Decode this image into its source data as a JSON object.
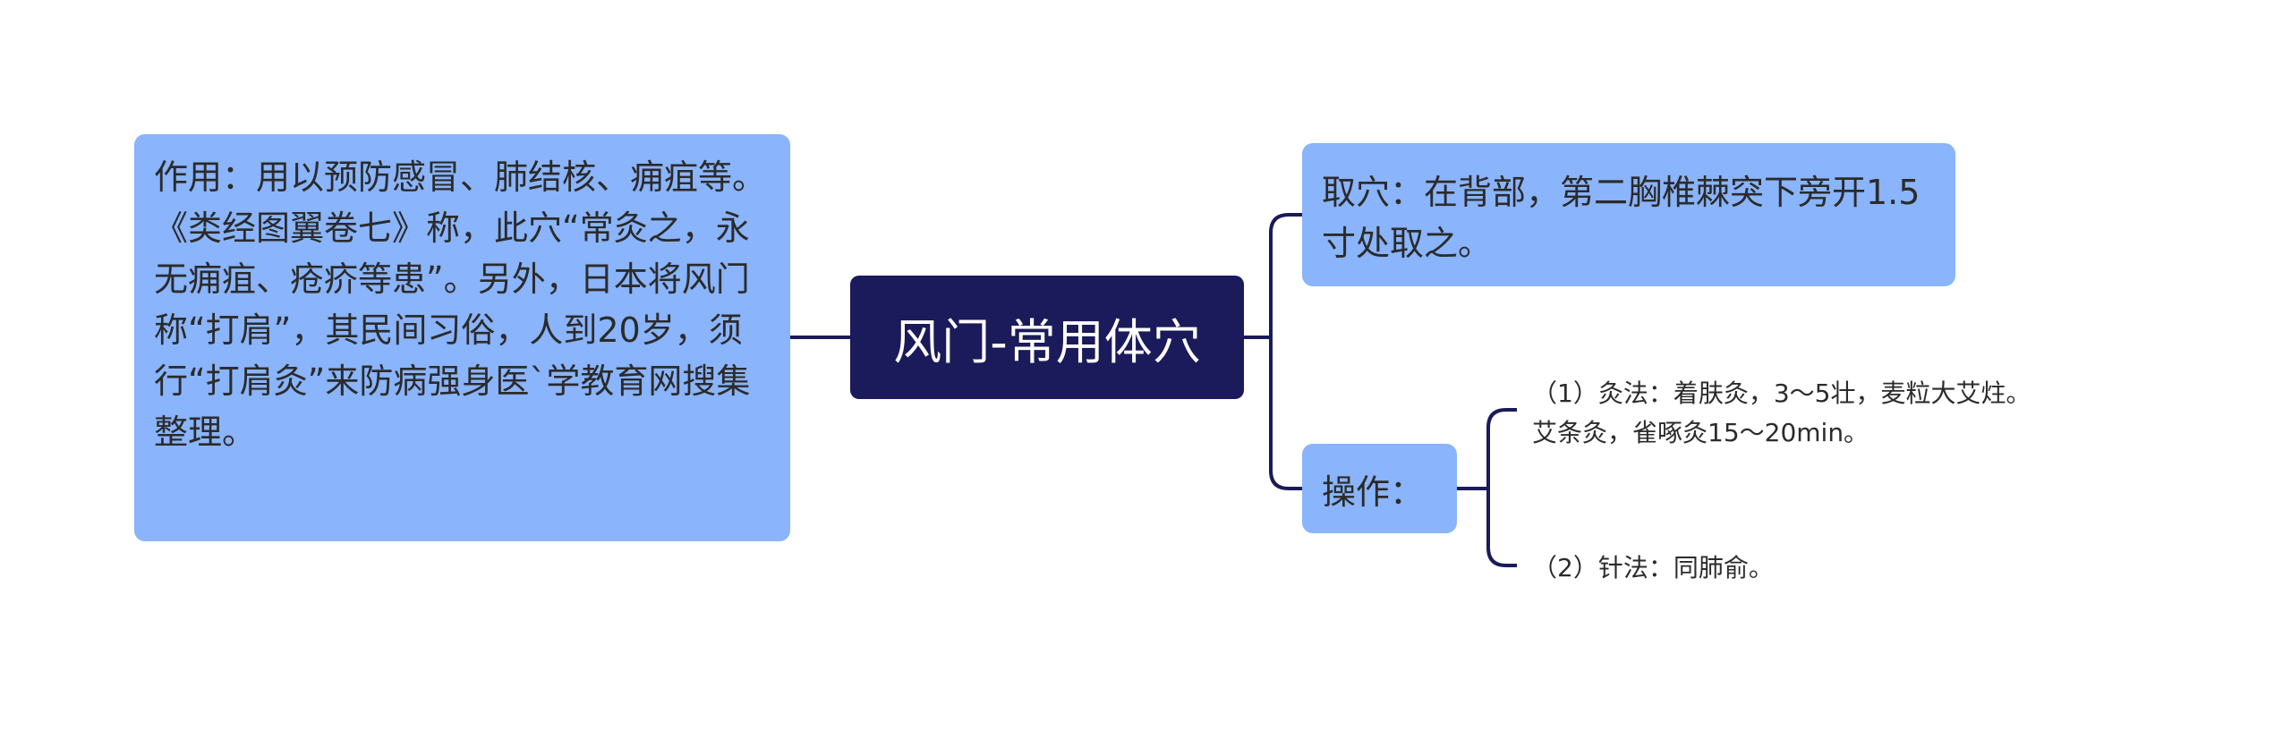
{
  "center": {
    "label": "风门-常用体穴"
  },
  "left": {
    "text": "作用：用以预防感冒、肺结核、痈疽等。《类经图翼卷七》称，此穴“常灸之，永无痈疽、疮疥等患”。另外，日本将风门称“打肩”，其民间习俗，人到20岁，须行“打肩灸”来防病强身医`学教育网搜集整理。"
  },
  "right": {
    "acupoint": "取穴：在背部，第二胸椎棘突下旁开1.5寸处取之。",
    "operation": "操作：",
    "items": [
      "（1）灸法：着肤灸，3～5壮，麦粒大艾炷。\n艾条灸，雀啄灸15～20min。",
      "（2）针法：同肺俞。"
    ]
  },
  "colors": {
    "center_bg": "#1b1a5a",
    "node_bg": "#8ab4fb",
    "line": "#1b1a5a"
  }
}
